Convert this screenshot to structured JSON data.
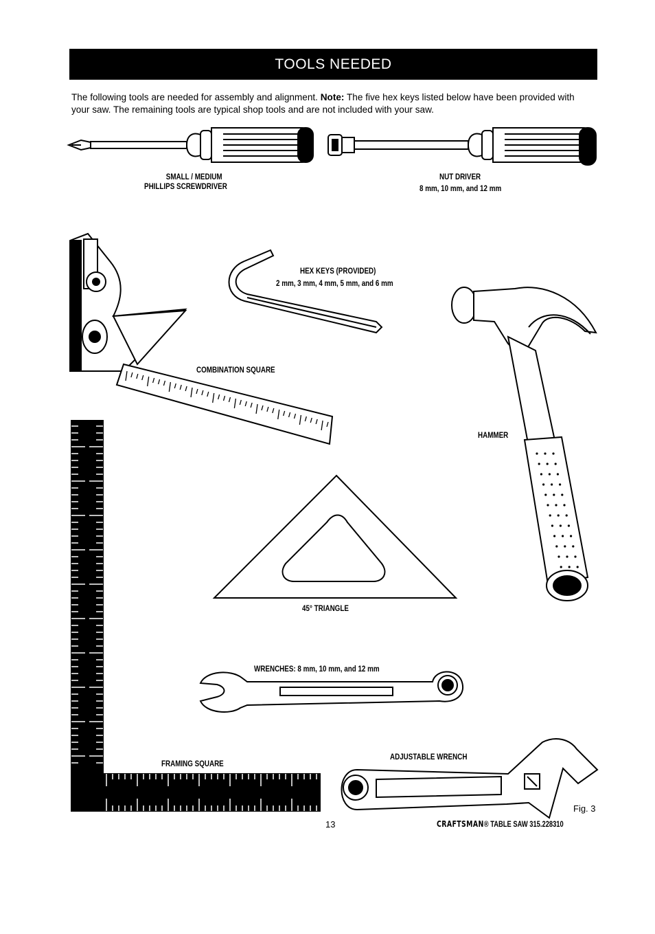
{
  "banner": {
    "title": "TOOLS NEEDED"
  },
  "intro": {
    "lead": "The following tools are needed for assembly and alignment. ",
    "note_label": "Note:",
    "note_text": " The five hex keys listed below have been provided with your saw. The remaining tools are typical shop tools and are not included with your saw."
  },
  "tools": {
    "screwdriver_line1": "SMALL / MEDIUM",
    "screwdriver_line2": "PHILLIPS SCREWDRIVER",
    "nutdriver_line1": "NUT DRIVER",
    "nutdriver_line2": "8 mm, 10 mm, and 12 mm",
    "hexkeys_line1": "HEX KEYS (PROVIDED)",
    "hexkeys_line2": "2 mm, 3 mm, 4 mm, 5 mm, and 6 mm",
    "combination_square": "COMBINATION SQUARE",
    "hammer": "HAMMER",
    "triangle": "45° TRIANGLE",
    "wrenches": "WRENCHES: 8 mm, 10 mm, and 12 mm",
    "adjustable_wrench": "ADJUSTABLE WRENCH",
    "framing_square": "FRAMING SQUARE"
  },
  "footer": {
    "figure": "Fig. 3",
    "page_number": "13",
    "brand_logo": "CRAFTSMAN",
    "brand_suffix": "® TABLE SAW 315.228310"
  }
}
